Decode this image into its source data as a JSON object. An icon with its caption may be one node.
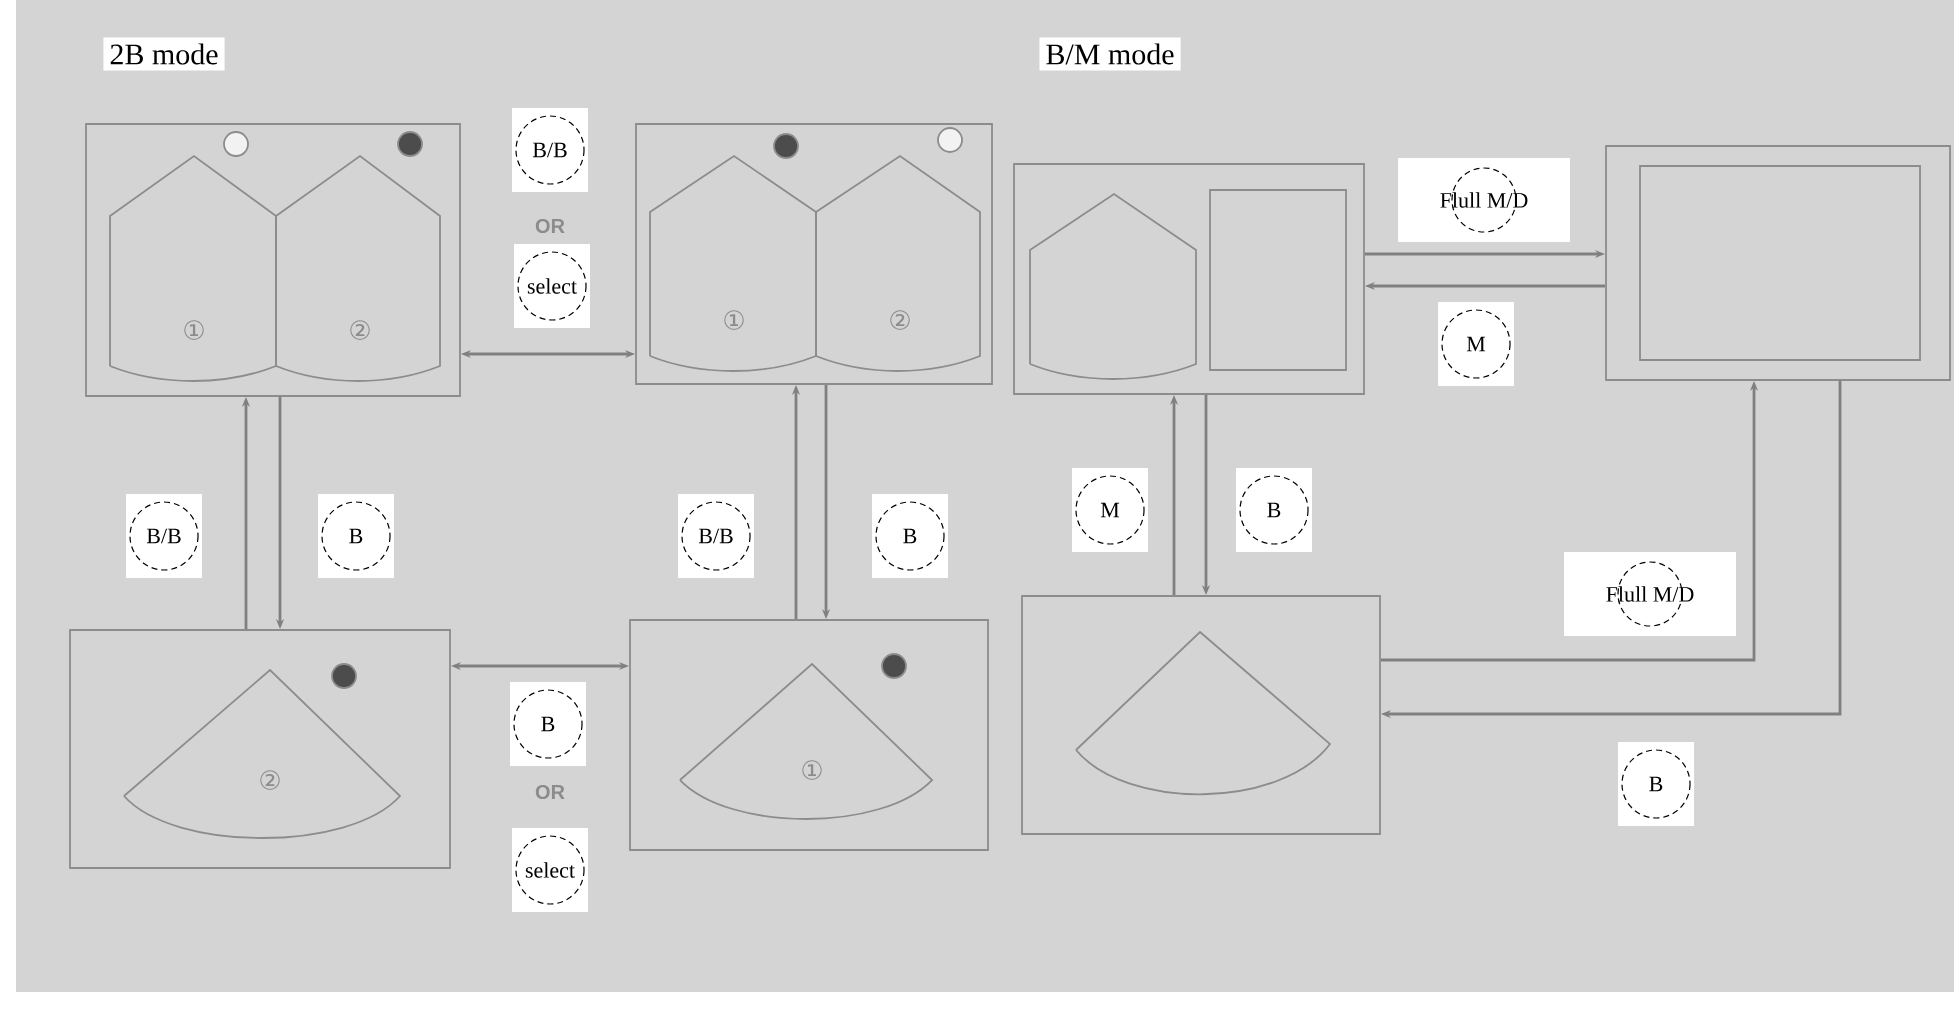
{
  "diagram": {
    "nodes": [
      {
        "text": [
          "①",
          "②"
        ]
      },
      {
        "text": [
          "①",
          "②"
        ]
      },
      {
        "text": [],
        "shape": "box"
      },
      {
        "text": [],
        "shape": "box"
      },
      {
        "text": [
          "②"
        ]
      },
      {
        "text": [
          "①"
        ]
      },
      {
        "text": [],
        "shape": "box"
      }
    ],
    "edges": [
      {
        "from": 0,
        "to": 1,
        "arrow": "both",
        "label": "select"
      },
      {
        "from": 4,
        "to": 0,
        "arrow": "to",
        "label": "B/B"
      },
      {
        "from": 0,
        "to": 4,
        "arrow": "to",
        "label": "B"
      },
      {
        "from": 5,
        "to": 1,
        "arrow": "to",
        "label": "B/B"
      },
      {
        "from": 1,
        "to": 5,
        "arrow": "to",
        "label": "B"
      },
      {
        "from": 4,
        "to": 5,
        "arrow": "both",
        "label": "B"
      },
      {
        "from": 6,
        "to": 2,
        "arrow": "to",
        "label": "M"
      },
      {
        "from": 2,
        "to": 6,
        "arrow": "to",
        "label": "B"
      },
      {
        "from": 2,
        "to": 3,
        "arrow": "to",
        "label": "Flull M/D"
      },
      {
        "from": 3,
        "to": 2,
        "arrow": "to",
        "label": "M"
      },
      {
        "from": 6,
        "to": 3,
        "arrow": "to",
        "label": "Flull M/D"
      },
      {
        "from": 3,
        "to": 6,
        "arrow": "to",
        "label": "B"
      }
    ],
    "labels": [
      "2B mode",
      "B/M mode",
      "B/B",
      "OR",
      "OR",
      "select"
    ]
  }
}
